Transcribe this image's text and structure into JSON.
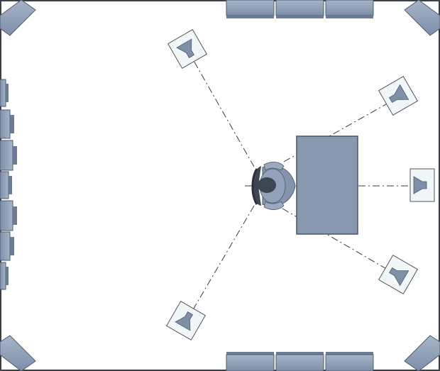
{
  "diagram": {
    "subject": "surround-sound-studio-floor-plan",
    "speaker_count": 5,
    "corner_bass_trap_count": 4,
    "ceiling_diffuser_panels": 6,
    "rear_wall_diffusers": 7,
    "colors": {
      "room_fill": "#ffffff",
      "room_border": "#3c3f45",
      "panel_fill": "#8b9bb4",
      "panel_stroke": "#4f5b6e",
      "speaker_box": "#f1f6f8",
      "speaker_cone": "#7f8fa8",
      "desk_fill": "#8898b1",
      "chair_dark": "#3e4553",
      "guide_line": "#3a3a3a"
    }
  }
}
